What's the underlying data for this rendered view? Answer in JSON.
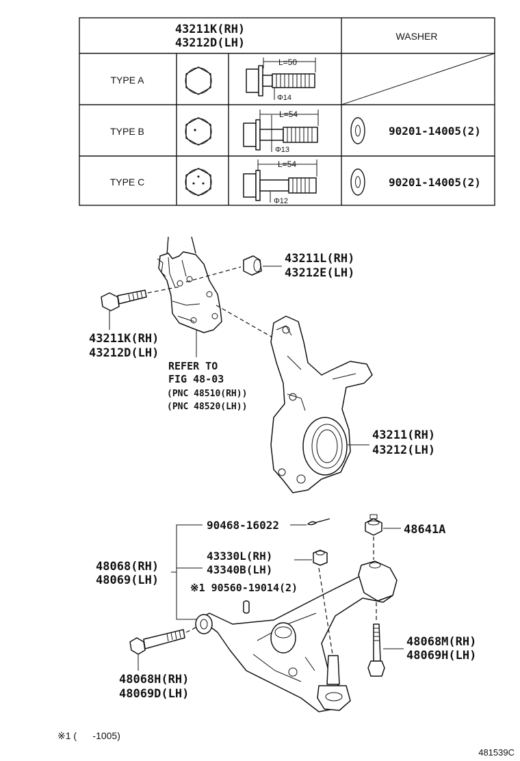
{
  "table": {
    "header_part": "43211K(RH)\n43212D(LH)",
    "header_part_line1": "43211K(RH)",
    "header_part_line2": "43212D(LH)",
    "header_washer": "WASHER",
    "rows": [
      {
        "type": "TYPE A",
        "length": "L=50",
        "diameter": "Φ14",
        "washer": ""
      },
      {
        "type": "TYPE B",
        "length": "L=54",
        "diameter": "Φ13",
        "washer": "90201-14005(2)"
      },
      {
        "type": "TYPE C",
        "length": "L=54",
        "diameter": "Φ12",
        "washer": "90201-14005(2)"
      }
    ]
  },
  "labels": {
    "nut_rh": "43211L(RH)",
    "nut_lh": "43212E(LH)",
    "bolt_rh": "43211K(RH)",
    "bolt_lh": "43212D(LH)",
    "refer_1": "REFER TO",
    "refer_2": "FIG 48-03",
    "refer_3": "(PNC 48510(RH))",
    "refer_4": "(PNC 48520(LH))",
    "knuckle_rh": "43211(RH)",
    "knuckle_lh": "43212(LH)",
    "cotter_pin": "90468-16022",
    "ball_nut_rh": "43330L(RH)",
    "ball_nut_lh": "43340B(LH)",
    "washer_note": "※1 90560-19014(2)",
    "arm_rh": "48068(RH)",
    "arm_lh": "48069(LH)",
    "arm_nut": "48641A",
    "arm_bolt_rh": "48068M(RH)",
    "arm_bolt_lh": "48069H(LH)",
    "front_bolt_rh": "48068H(RH)",
    "front_bolt_lh": "48069D(LH)"
  },
  "footnote": "※1 (      -1005)",
  "diagram_id": "481539C"
}
